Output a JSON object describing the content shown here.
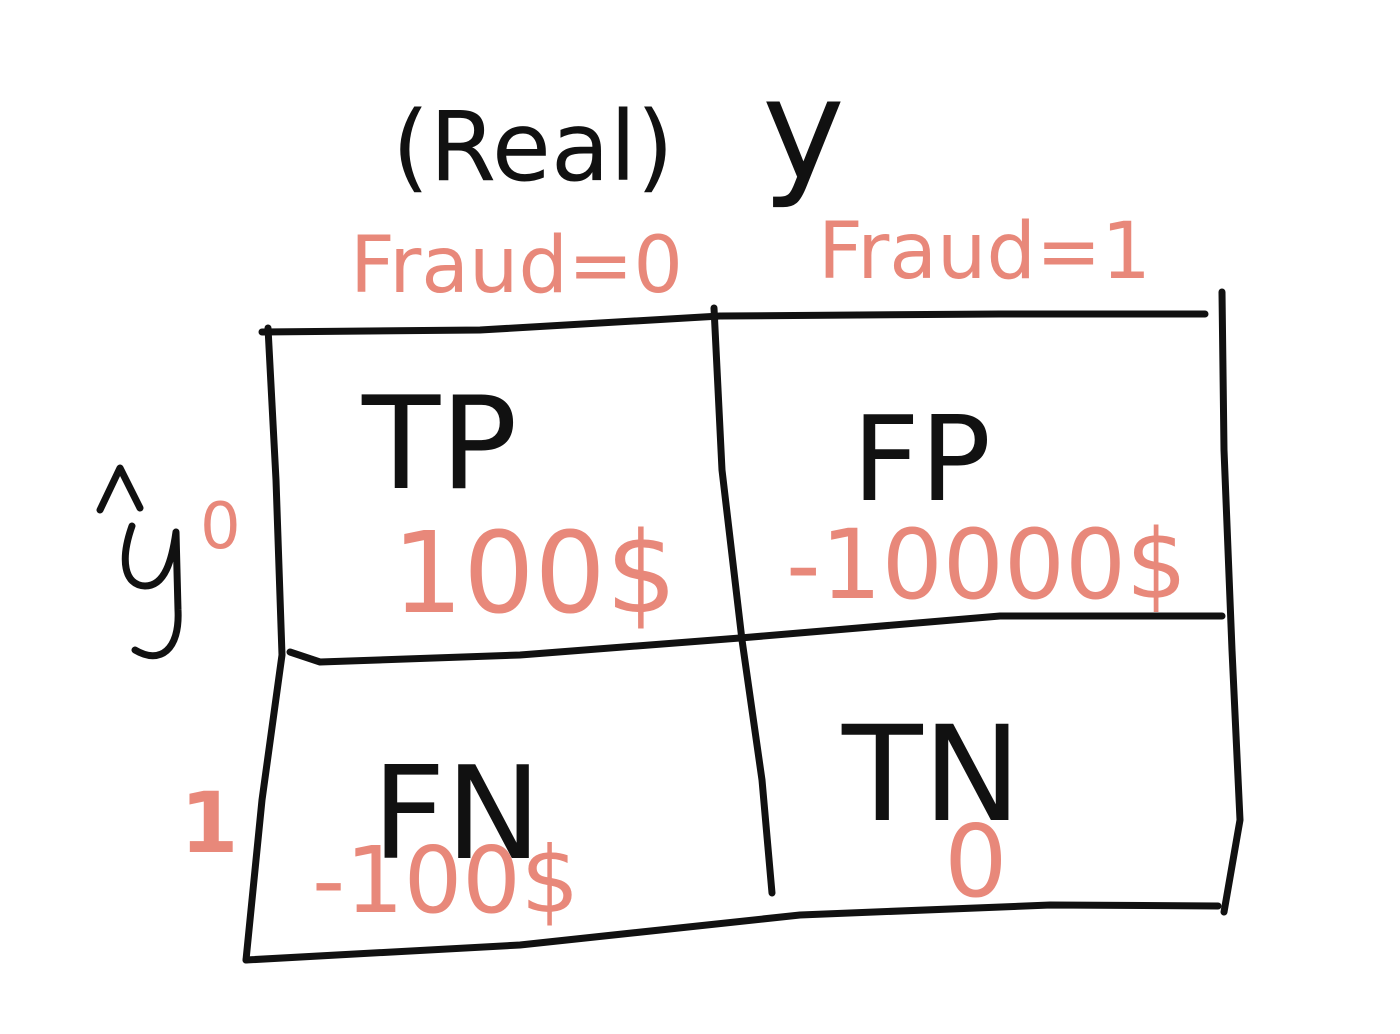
{
  "colors": {
    "ink": "#111111",
    "salmon": "#E8887A",
    "background": "#ffffff"
  },
  "header": {
    "real_label": "(Real)",
    "y_label": "y"
  },
  "columns": [
    {
      "label": "Fraud=0"
    },
    {
      "label": "Fraud=1"
    }
  ],
  "row_axis": {
    "label": "ŷ",
    "rows": [
      {
        "label": "0"
      },
      {
        "label": "1"
      }
    ]
  },
  "cells": {
    "top_left": {
      "name": "TP",
      "value": "100$"
    },
    "top_right": {
      "name": "FP",
      "value": "-10000$"
    },
    "bottom_left": {
      "name": "FN",
      "value": "-100$"
    },
    "bottom_right": {
      "name": "TN",
      "value": "0"
    }
  }
}
